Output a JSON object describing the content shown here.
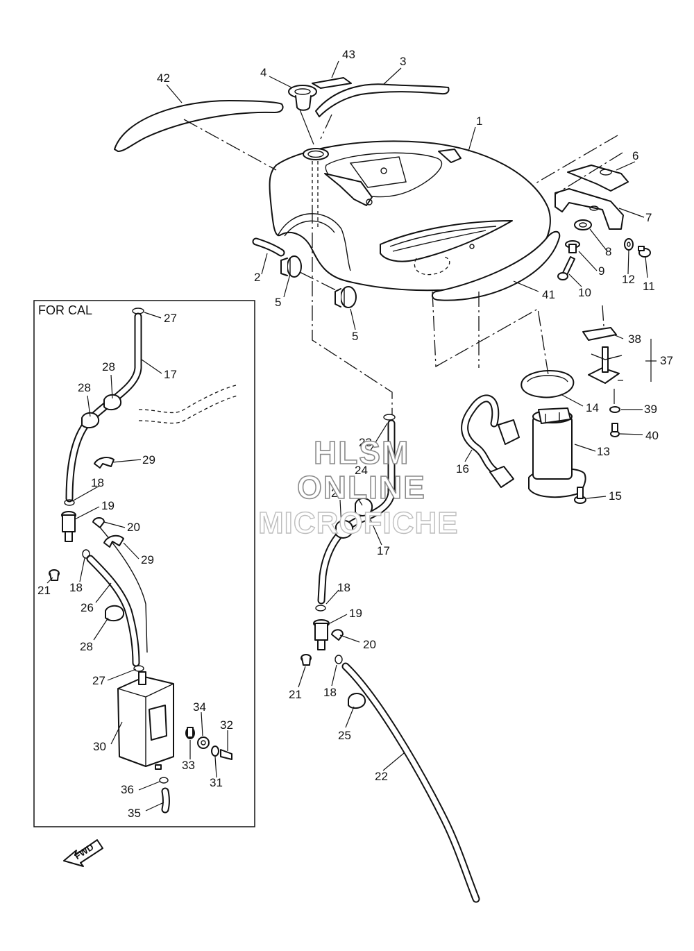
{
  "inset": {
    "title": "FOR CAL"
  },
  "watermark": {
    "line1": "HLSM",
    "line2": "ONLINE",
    "line3": "MICROFICHE"
  },
  "direction_badge": "FWD",
  "callouts": [
    "1",
    "2",
    "3",
    "4",
    "5",
    "5",
    "6",
    "7",
    "8",
    "9",
    "10",
    "11",
    "12",
    "13",
    "14",
    "15",
    "16",
    "17",
    "18",
    "18",
    "19",
    "20",
    "21",
    "22",
    "23",
    "24",
    "24",
    "25",
    "27",
    "17",
    "28",
    "28",
    "29",
    "18",
    "19",
    "20",
    "29",
    "21",
    "18",
    "26",
    "28",
    "27",
    "30",
    "34",
    "32",
    "33",
    "31",
    "36",
    "35",
    "37",
    "38",
    "39",
    "40",
    "41",
    "42",
    "43"
  ]
}
